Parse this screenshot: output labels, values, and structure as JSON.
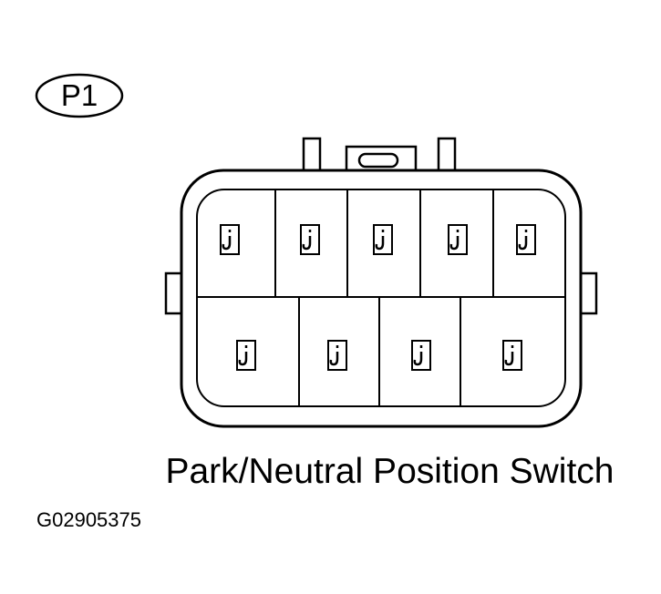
{
  "connector_label": "P1",
  "caption": "Park/Neutral Position Switch",
  "figure_id": "G02905375",
  "terminals": {
    "top_row": [
      "terminal",
      "terminal",
      "terminal",
      "terminal",
      "terminal"
    ],
    "bottom_row": [
      "terminal",
      "terminal",
      "terminal",
      "terminal"
    ]
  },
  "colors": {
    "line": "#000000",
    "background": "#ffffff"
  }
}
